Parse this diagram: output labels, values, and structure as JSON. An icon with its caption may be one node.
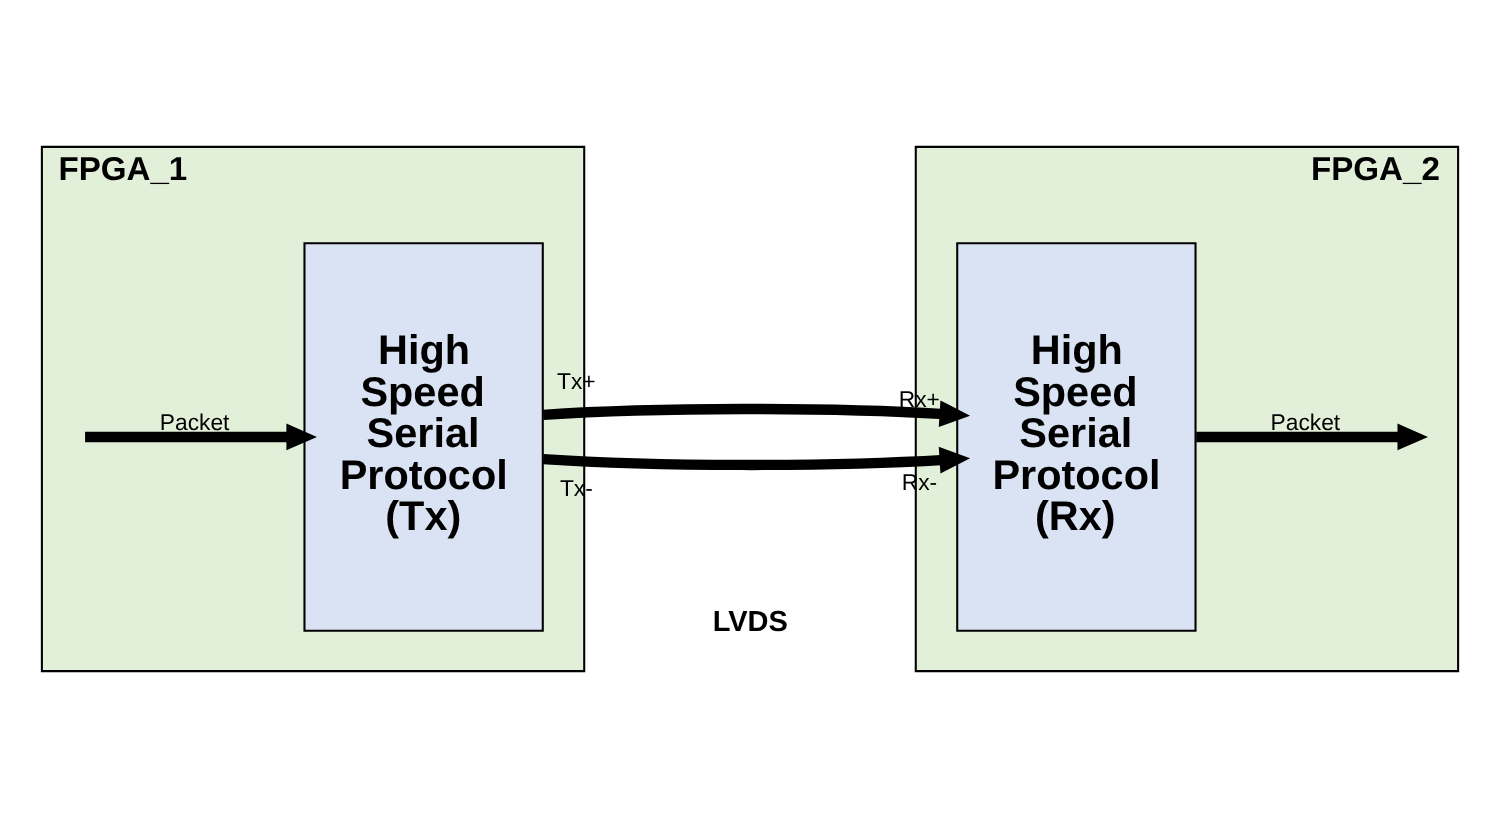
{
  "diagram": {
    "nodes": [
      {
        "text": [
          "FPGA_1"
        ]
      },
      {
        "text": [
          "High Speed Serial Protocol (Tx)"
        ],
        "in": 0
      },
      {
        "text": [
          "FPGA_2"
        ]
      },
      {
        "text": [
          "High Speed Serial Protocol (Rx)"
        ],
        "in": 2
      }
    ],
    "edges": [
      {
        "from": null,
        "to": 1,
        "arrow": "to",
        "label": "Packet"
      },
      {
        "from": 1,
        "to": 3,
        "arrow": "to"
      },
      {
        "from": 1,
        "to": 3,
        "arrow": "to"
      },
      {
        "from": 3,
        "to": null,
        "arrow": "to",
        "label": "Packet"
      }
    ],
    "labels": [
      "Tx+",
      "Rx+",
      "LVDS",
      "Tx-",
      "Rx-"
    ]
  }
}
